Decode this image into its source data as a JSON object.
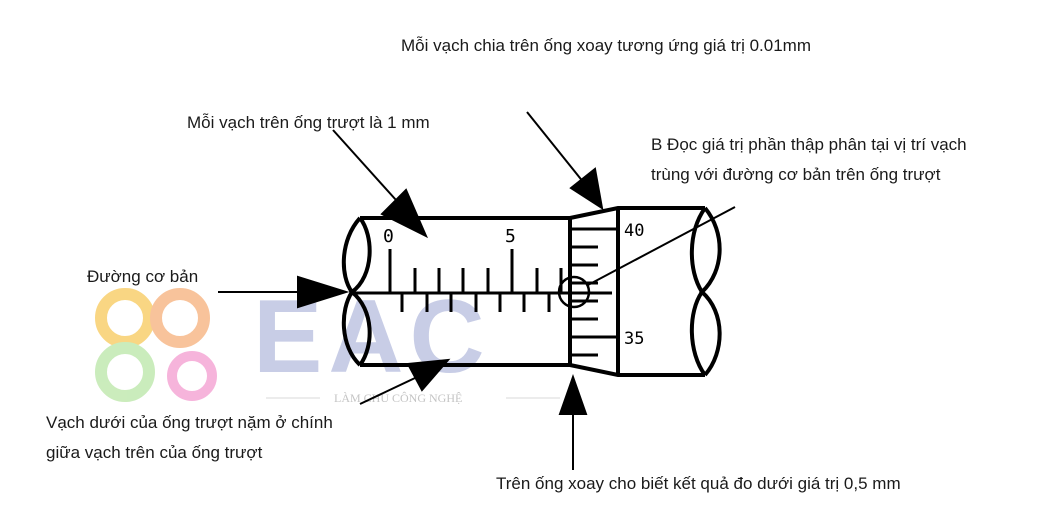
{
  "annotations": {
    "spindle_division": "Mỗi vạch chia trên ống xoay tương ứng giá trị 0.01mm",
    "sleeve_division": "Mỗi vạch trên ống trượt là 1 mm",
    "reading_point_line1": "B Đọc giá trị phần thập phân tại vị trí vạch",
    "reading_point_line2": "trùng với đường cơ bản trên ống trượt",
    "baseline": "Đường cơ bản",
    "lower_marks_line1": "Vạch dưới của ống trượt nặm ở chính",
    "lower_marks_line2": "giữa vạch trên của ống trượt",
    "thimble_result": "Trên ống xoay cho biết kết quả đo dưới giá trị 0,5 mm"
  },
  "scale": {
    "sleeve_zero": "0",
    "sleeve_five": "5",
    "thimble_upper": "40",
    "thimble_lower": "35"
  },
  "watermark": {
    "logo_text": "EAC",
    "tagline": "LÀM CHỦ CÔNG NGHỆ",
    "colors": [
      "#f6b07a",
      "#f49bd0",
      "#b9e6a6",
      "#f7c95a",
      "#c8cde6"
    ]
  }
}
